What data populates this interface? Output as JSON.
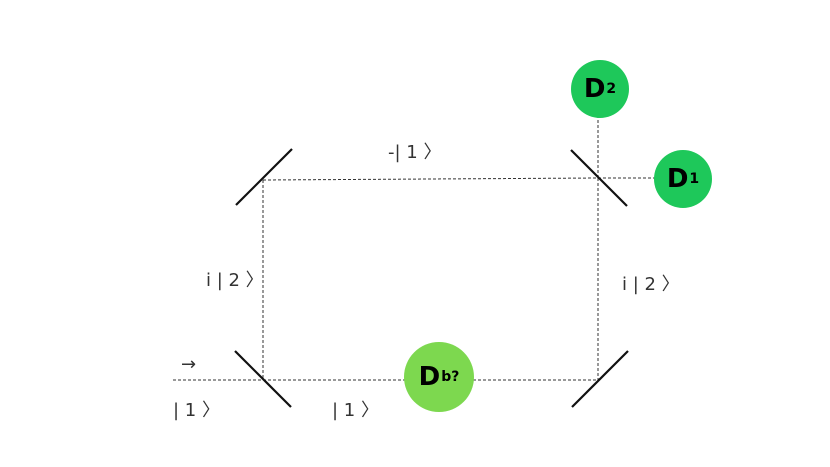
{
  "labels": {
    "input_arrow": "→",
    "input_state": "| 1 〉",
    "bottom_state": "| 1 〉",
    "left_state": "i | 2 〉",
    "top_state": "-| 1 〉",
    "right_state": "i | 2 〉"
  },
  "detectors": {
    "d2": {
      "letter": "D",
      "sub": "2",
      "color": "#1ec85a"
    },
    "d1": {
      "letter": "D",
      "sub": "1",
      "color": "#1ec85a"
    },
    "db": {
      "letter": "D",
      "sub": "b?",
      "color": "#7dd84f"
    }
  }
}
